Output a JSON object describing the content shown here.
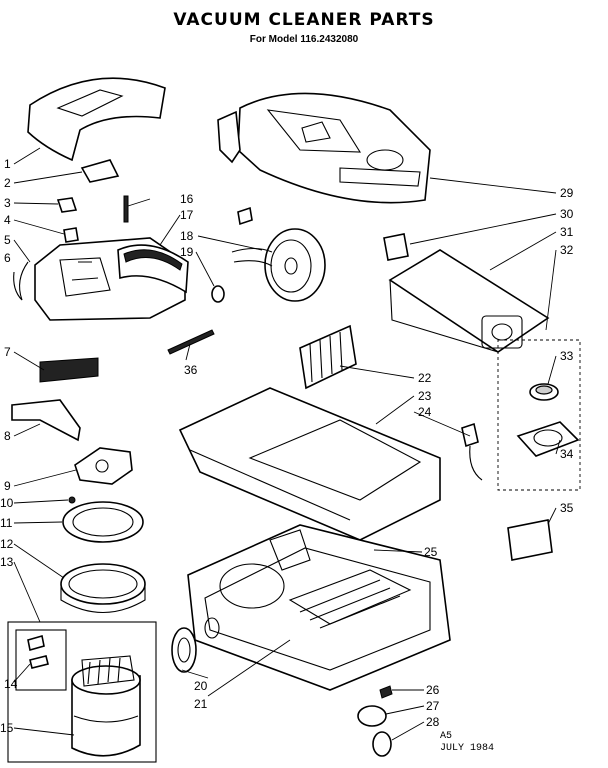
{
  "header": {
    "title": "VACUUM CLEANER PARTS",
    "subtitle": "For Model 116.2432080"
  },
  "callouts": [
    "1",
    "2",
    "3",
    "4",
    "5",
    "6",
    "7",
    "8",
    "9",
    "10",
    "11",
    "12",
    "13",
    "14",
    "15",
    "16",
    "17",
    "18",
    "19",
    "20",
    "21",
    "22",
    "23",
    "24",
    "25",
    "26",
    "27",
    "28",
    "29",
    "30",
    "31",
    "32",
    "33",
    "34",
    "35",
    "36"
  ],
  "stamp": {
    "code": "A5",
    "date": "JULY 1984"
  }
}
